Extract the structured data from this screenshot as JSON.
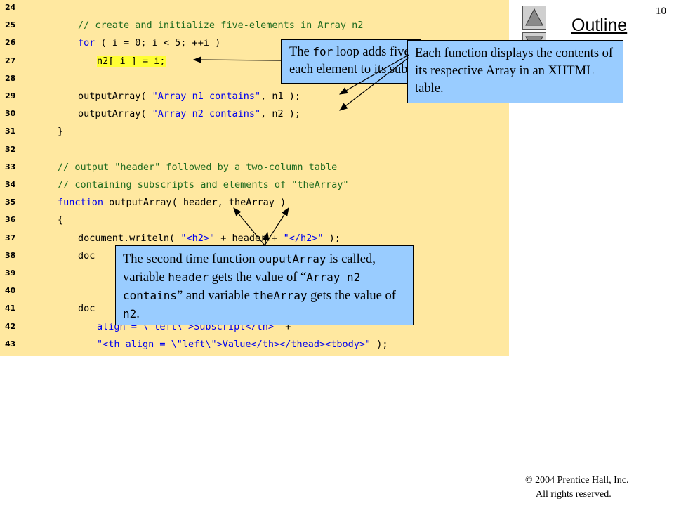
{
  "page_number": "10",
  "outline": {
    "title": "Outline",
    "up_icon": "triangle-up-icon",
    "down_icon": "triangle-down-icon"
  },
  "code_lines": [
    {
      "n": "24",
      "indent": 0,
      "parts": []
    },
    {
      "n": "25",
      "indent": 3,
      "parts": [
        {
          "t": "// create and initialize five-elements in Array n2",
          "c": "cmt"
        }
      ]
    },
    {
      "n": "26",
      "indent": 3,
      "parts": [
        {
          "t": "for",
          "c": "kw"
        },
        {
          "t": " ( i = 0; i < 5; ++i )"
        }
      ]
    },
    {
      "n": "27",
      "indent": 4,
      "parts": [
        {
          "t": "n2[ i ] = i;",
          "c": "hl"
        }
      ]
    },
    {
      "n": "28",
      "indent": 0,
      "parts": []
    },
    {
      "n": "29",
      "indent": 3,
      "parts": [
        {
          "t": "outputArray( "
        },
        {
          "t": "\"Array n1 contains\"",
          "c": "str"
        },
        {
          "t": ", n1 );"
        }
      ]
    },
    {
      "n": "30",
      "indent": 3,
      "parts": [
        {
          "t": "outputArray( "
        },
        {
          "t": "\"Array n2 contains\"",
          "c": "str"
        },
        {
          "t": ", n2 );"
        }
      ]
    },
    {
      "n": "31",
      "indent": 2,
      "parts": [
        {
          "t": "}"
        }
      ]
    },
    {
      "n": "32",
      "indent": 0,
      "parts": []
    },
    {
      "n": "33",
      "indent": 2,
      "parts": [
        {
          "t": "// output \"header\" followed by a two-column table",
          "c": "cmt"
        }
      ]
    },
    {
      "n": "34",
      "indent": 2,
      "parts": [
        {
          "t": "// containing subscripts and elements of \"theArray\"",
          "c": "cmt"
        }
      ]
    },
    {
      "n": "35",
      "indent": 2,
      "parts": [
        {
          "t": "function",
          "c": "kw"
        },
        {
          "t": " outputArray( header, theArray )"
        }
      ]
    },
    {
      "n": "36",
      "indent": 2,
      "parts": [
        {
          "t": "{"
        }
      ]
    },
    {
      "n": "37",
      "indent": 3,
      "parts": [
        {
          "t": "document.writeln( "
        },
        {
          "t": "\"<h2>\"",
          "c": "str"
        },
        {
          "t": " + header + "
        },
        {
          "t": "\"</h2>\"",
          "c": "str"
        },
        {
          "t": " );"
        }
      ]
    },
    {
      "n": "38",
      "indent": 3,
      "parts": [
        {
          "t": "doc"
        }
      ]
    },
    {
      "n": "39",
      "indent": 0,
      "parts": []
    },
    {
      "n": "40",
      "indent": 0,
      "parts": []
    },
    {
      "n": "41",
      "indent": 3,
      "parts": [
        {
          "t": "doc"
        }
      ]
    },
    {
      "n": "42",
      "indent": 4,
      "parts": [
        {
          "t": "align = \\\"left\\\">Subscript</th>\"",
          "c": "str"
        },
        {
          "t": " +"
        }
      ]
    },
    {
      "n": "43",
      "indent": 4,
      "parts": [
        {
          "t": "\"<th align = \\\"left\\\">Value</th></thead><tbody>\"",
          "c": "str"
        },
        {
          "t": " );"
        }
      ]
    }
  ],
  "callouts": {
    "for_loop": {
      "p1": "The ",
      "code1": "for",
      "p2": " loop adds five elements to Array n2 and initialize each element to its subscript number (0 to 4)."
    },
    "display": {
      "text": "Each function displays the contents of its respective Array in an XHTML table."
    },
    "second_call": {
      "p1": "The second time function ",
      "code1": "ouputArray",
      "p2": " is called, variable ",
      "code2": "header",
      "p3": " gets the value of “",
      "code3": "Array n2 contains",
      "p4": "” and variable ",
      "code4": "theArray",
      "p5": " gets the value of ",
      "code5": "n2",
      "p6": "."
    }
  },
  "copyright": {
    "line1": "© 2004 Prentice Hall, Inc.",
    "line2": "All rights reserved."
  }
}
